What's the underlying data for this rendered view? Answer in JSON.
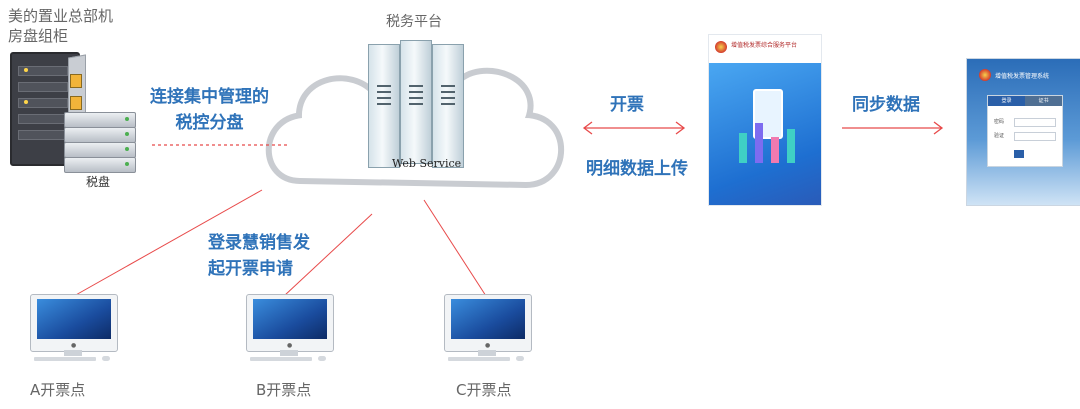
{
  "hq_label": "美的置业总部机\n房盘组柜",
  "disk_label": "税盘",
  "left_note": "连接集中管理的\n税控分盘",
  "tax_platform_label": "税务平台",
  "web_service_label": "Web Service",
  "invoice_label": "开票",
  "upload_label": "明细数据上传",
  "sync_label": "同步数据",
  "login_note": "登录慧销售发\n起开票申请",
  "app1_title": "增值税发票综合服务平台",
  "app2_title": "增值税发票管理系统",
  "app2_tabs": [
    "登录",
    "证书"
  ],
  "app2_fields": [
    "密码",
    "验证"
  ],
  "stations": [
    "A开票点",
    "B开票点",
    "C开票点"
  ],
  "colors": {
    "line": "#e84a4a",
    "accent": "#2f73b9",
    "cloud_stroke": "#c9ccd1"
  },
  "icons": [
    "server-rack-icon",
    "web-server-icon",
    "cloud-icon",
    "imac-icon"
  ]
}
